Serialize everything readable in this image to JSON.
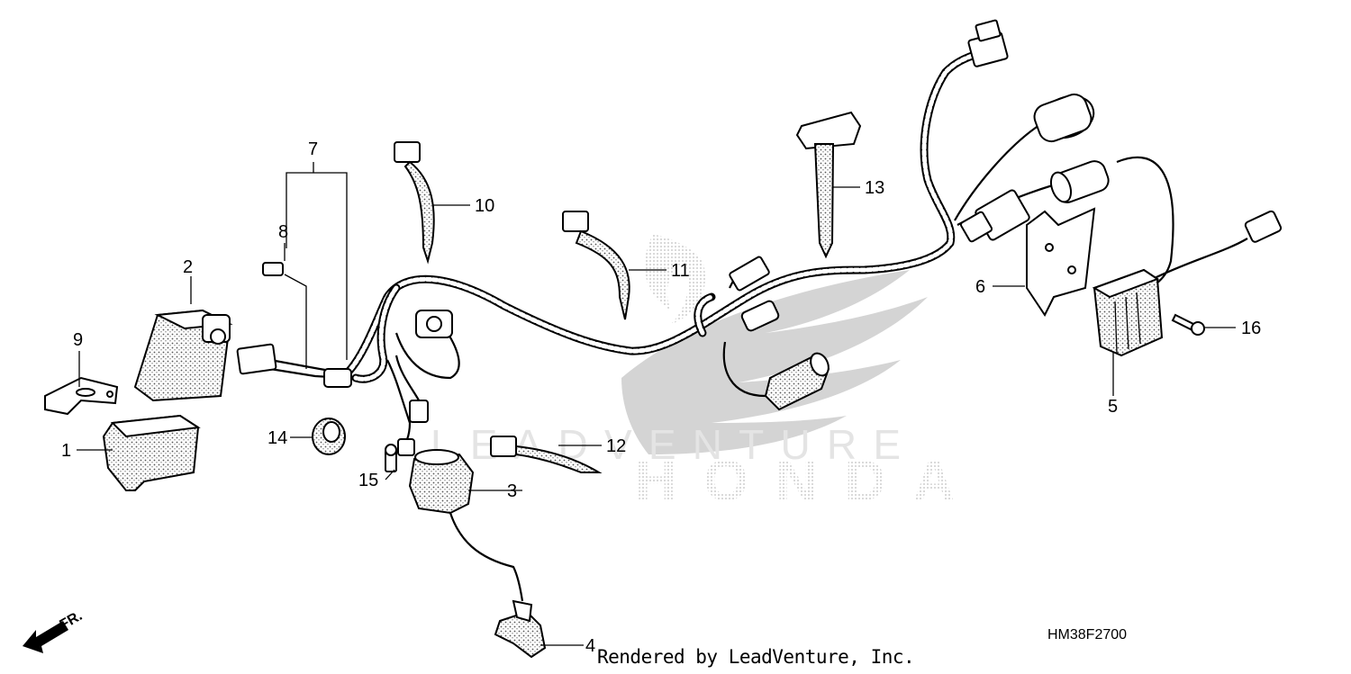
{
  "diagram": {
    "code": "HM38F2700",
    "credit": "Rendered by LeadVenture, Inc.",
    "direction_label": "FR.",
    "watermark": {
      "brand": "HONDA",
      "overlay": "LEADVENTURE"
    },
    "callouts": [
      {
        "id": "1",
        "label": "1"
      },
      {
        "id": "2",
        "label": "2"
      },
      {
        "id": "3",
        "label": "3"
      },
      {
        "id": "4",
        "label": "4"
      },
      {
        "id": "5",
        "label": "5"
      },
      {
        "id": "6",
        "label": "6"
      },
      {
        "id": "7",
        "label": "7"
      },
      {
        "id": "8",
        "label": "8"
      },
      {
        "id": "9",
        "label": "9"
      },
      {
        "id": "10",
        "label": "10"
      },
      {
        "id": "11",
        "label": "11"
      },
      {
        "id": "12",
        "label": "12"
      },
      {
        "id": "13",
        "label": "13"
      },
      {
        "id": "14",
        "label": "14"
      },
      {
        "id": "15",
        "label": "15"
      },
      {
        "id": "16",
        "label": "16"
      }
    ],
    "icons": {
      "direction": "arrow-front-icon",
      "watermark": "honda-wing-logo-icon"
    }
  }
}
